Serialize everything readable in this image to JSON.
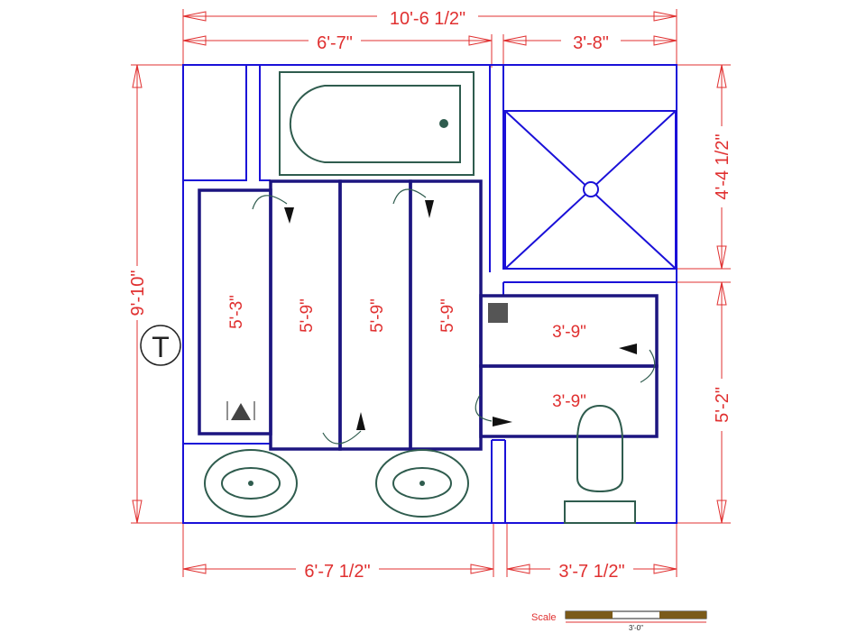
{
  "dimensions": {
    "overall_width": "10'-6 1/2\"",
    "left_upper_width": "6'-7\"",
    "right_upper_width": "3'-8\"",
    "overall_height": "9'-10\"",
    "shower_height": "4'-4 1/2\"",
    "wc_height": "5'-2\"",
    "left_lower_width": "6'-7 1/2\"",
    "right_lower_width": "3'-7 1/2\""
  },
  "cabinets": {
    "tall_left": "5'-3\"",
    "bay_1": "5'-9\"",
    "bay_2": "5'-9\"",
    "bay_3": "5'-9\"",
    "upper_right": "3'-9\"",
    "lower_right": "3'-9\""
  },
  "symbols": {
    "thermostat": "T"
  },
  "scale": {
    "label": "Scale",
    "value": "3'-0\""
  },
  "colors": {
    "wall": "#1a10d8",
    "cabinet": "#1c1580",
    "fixture": "#2f5c4e",
    "dimension": "#e03030",
    "scale_bar": "#7a5a1a"
  }
}
